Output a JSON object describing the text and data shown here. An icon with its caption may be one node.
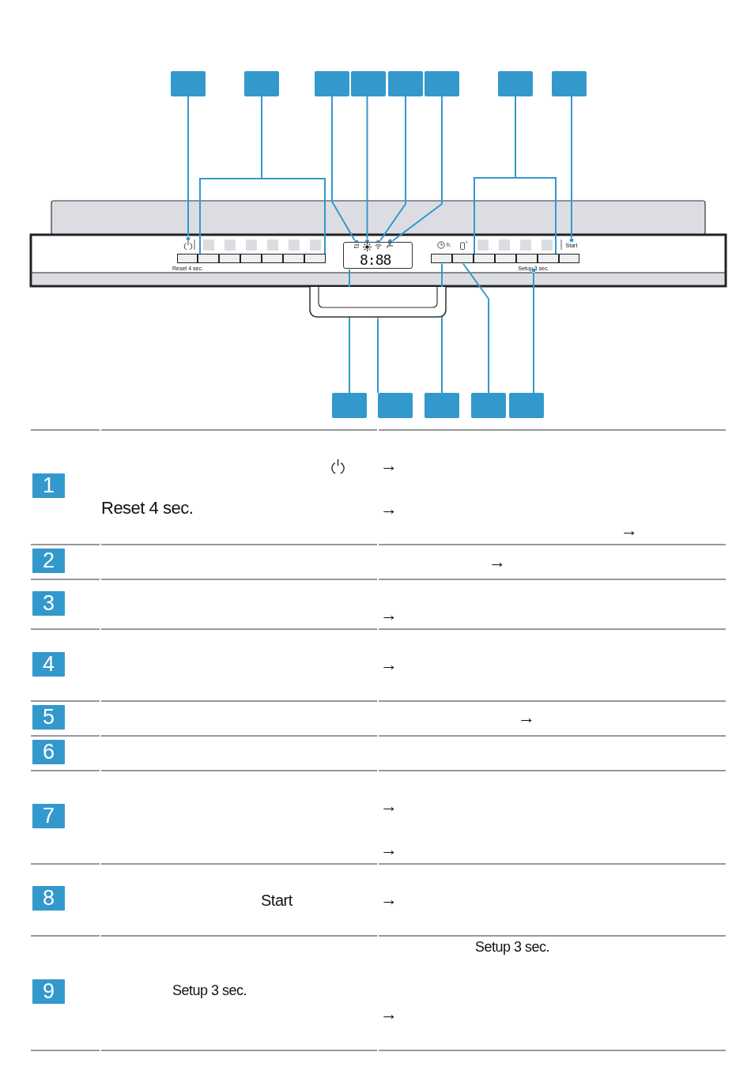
{
  "diagram": {
    "nodes": [
      {
        "text": [],
        "shape": "box"
      },
      {
        "text": [],
        "shape": "box"
      },
      {
        "text": [],
        "shape": "box"
      },
      {
        "text": [],
        "shape": "box"
      },
      {
        "text": [],
        "shape": "box"
      },
      {
        "text": [],
        "shape": "box"
      },
      {
        "text": [],
        "shape": "box"
      },
      {
        "text": [],
        "shape": "box"
      },
      {
        "text": [],
        "shape": "box"
      },
      {
        "text": [],
        "shape": "box"
      },
      {
        "text": [],
        "shape": "box"
      },
      {
        "text": [],
        "shape": "box"
      },
      {
        "text": [],
        "shape": "box"
      },
      {
        "text": [
          "1"
        ]
      },
      {
        "text": [
          "2"
        ]
      },
      {
        "text": [
          "3"
        ]
      },
      {
        "text": [
          "4"
        ]
      },
      {
        "text": [
          "5"
        ]
      },
      {
        "text": [
          "6"
        ]
      },
      {
        "text": [
          "7"
        ]
      },
      {
        "text": [
          "8"
        ]
      },
      {
        "text": [
          "9"
        ]
      },
      {
        "text": [],
        "shape": "icon"
      },
      {
        "text": [
          "8:88"
        ]
      },
      {
        "text": [],
        "shape": "icon",
        "in": 23
      },
      {
        "text": [],
        "shape": "sun",
        "in": 23
      },
      {
        "text": [],
        "shape": "icon",
        "in": 23
      },
      {
        "text": [],
        "shape": "icon",
        "in": 23
      },
      {
        "text": [
          "Start"
        ]
      },
      {
        "text": [
          "Setup 3 sec."
        ]
      },
      {
        "text": [],
        "shape": "handle"
      },
      {
        "text": [],
        "shape": "button"
      },
      {
        "text": [],
        "shape": "button"
      },
      {
        "text": [],
        "shape": "button"
      },
      {
        "text": [],
        "shape": "button"
      },
      {
        "text": [],
        "shape": "button"
      },
      {
        "text": [],
        "shape": "button"
      },
      {
        "text": [],
        "shape": "button"
      },
      {
        "text": [],
        "shape": "button"
      },
      {
        "text": [],
        "shape": "button"
      },
      {
        "text": [],
        "shape": "button"
      },
      {
        "text": [],
        "shape": "button"
      },
      {
        "text": [],
        "shape": "button"
      },
      {
        "text": [],
        "shape": "button"
      },
      {
        "text": [],
        "shape": "button"
      }
    ],
    "edges": [
      {
        "from": 0,
        "to": 22,
        "arrow": "other"
      },
      {
        "from": 1,
        "to": 32,
        "arrow": "none"
      },
      {
        "from": 1,
        "to": 37,
        "arrow": "none"
      },
      {
        "from": 2,
        "to": 24,
        "arrow": "other"
      },
      {
        "from": 3,
        "to": 25,
        "arrow": "other"
      },
      {
        "from": 4,
        "to": 26,
        "arrow": "other"
      },
      {
        "from": 5,
        "to": 27,
        "arrow": "other"
      },
      {
        "from": 6,
        "to": 40,
        "arrow": "none"
      },
      {
        "from": 6,
        "to": 43,
        "arrow": "none"
      },
      {
        "from": 7,
        "to": 28,
        "arrow": "other"
      },
      {
        "from": 8,
        "to": 23,
        "arrow": "other"
      },
      {
        "from": 9,
        "to": 30,
        "arrow": "other"
      },
      {
        "from": 10,
        "to": 38,
        "arrow": "other"
      },
      {
        "from": 11,
        "to": 39,
        "arrow": "other"
      },
      {
        "from": 12,
        "to": 29,
        "arrow": "other"
      }
    ],
    "labels": [
      "h.",
      "Reset 4 sec.",
      "→",
      "Reset 4 sec.",
      "→",
      "→",
      "→",
      "→",
      "→",
      "→",
      "→",
      "→",
      "Start",
      "→",
      "Setup 3 sec.",
      "Setup 3 sec.",
      "→"
    ]
  }
}
